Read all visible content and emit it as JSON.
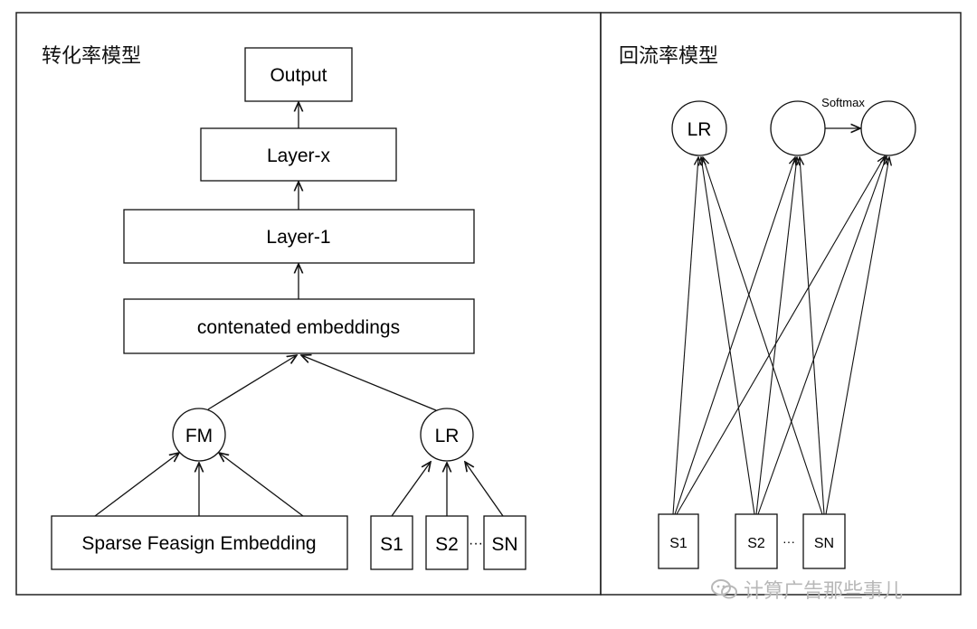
{
  "left_panel": {
    "title": "转化率模型",
    "nodes": {
      "output": "Output",
      "layer_x": "Layer-x",
      "layer_1": "Layer-1",
      "concat": "contenated embeddings",
      "fm": "FM",
      "lr": "LR",
      "sparse": "Sparse Feasign Embedding",
      "s1": "S1",
      "s2": "S2",
      "sn": "SN",
      "ellipsis": "···"
    }
  },
  "right_panel": {
    "title": "回流率模型",
    "nodes": {
      "lr": "LR",
      "softmax": "Softmax",
      "s1": "S1",
      "s2": "S2",
      "sn": "SN",
      "ellipsis": "···"
    }
  },
  "watermark": {
    "text": "计算广告那些事儿",
    "icon": "wechat-icon"
  }
}
